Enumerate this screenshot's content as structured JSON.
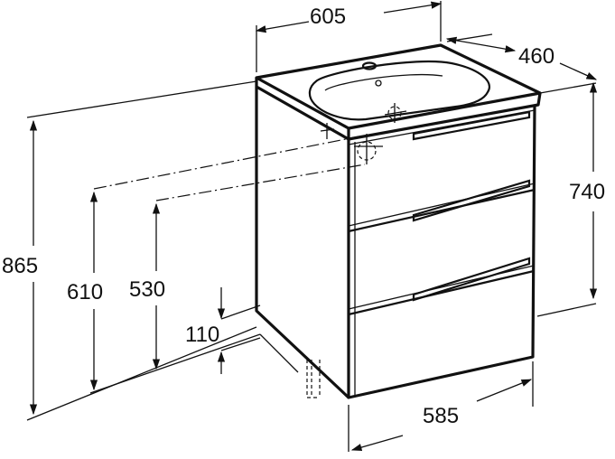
{
  "dimensions": {
    "width_top": "605",
    "depth": "460",
    "height_total": "865",
    "height_cabinet": "740",
    "height_waste": "610",
    "height_waste2": "530",
    "height_plinth": "110",
    "width_bottom": "585"
  }
}
